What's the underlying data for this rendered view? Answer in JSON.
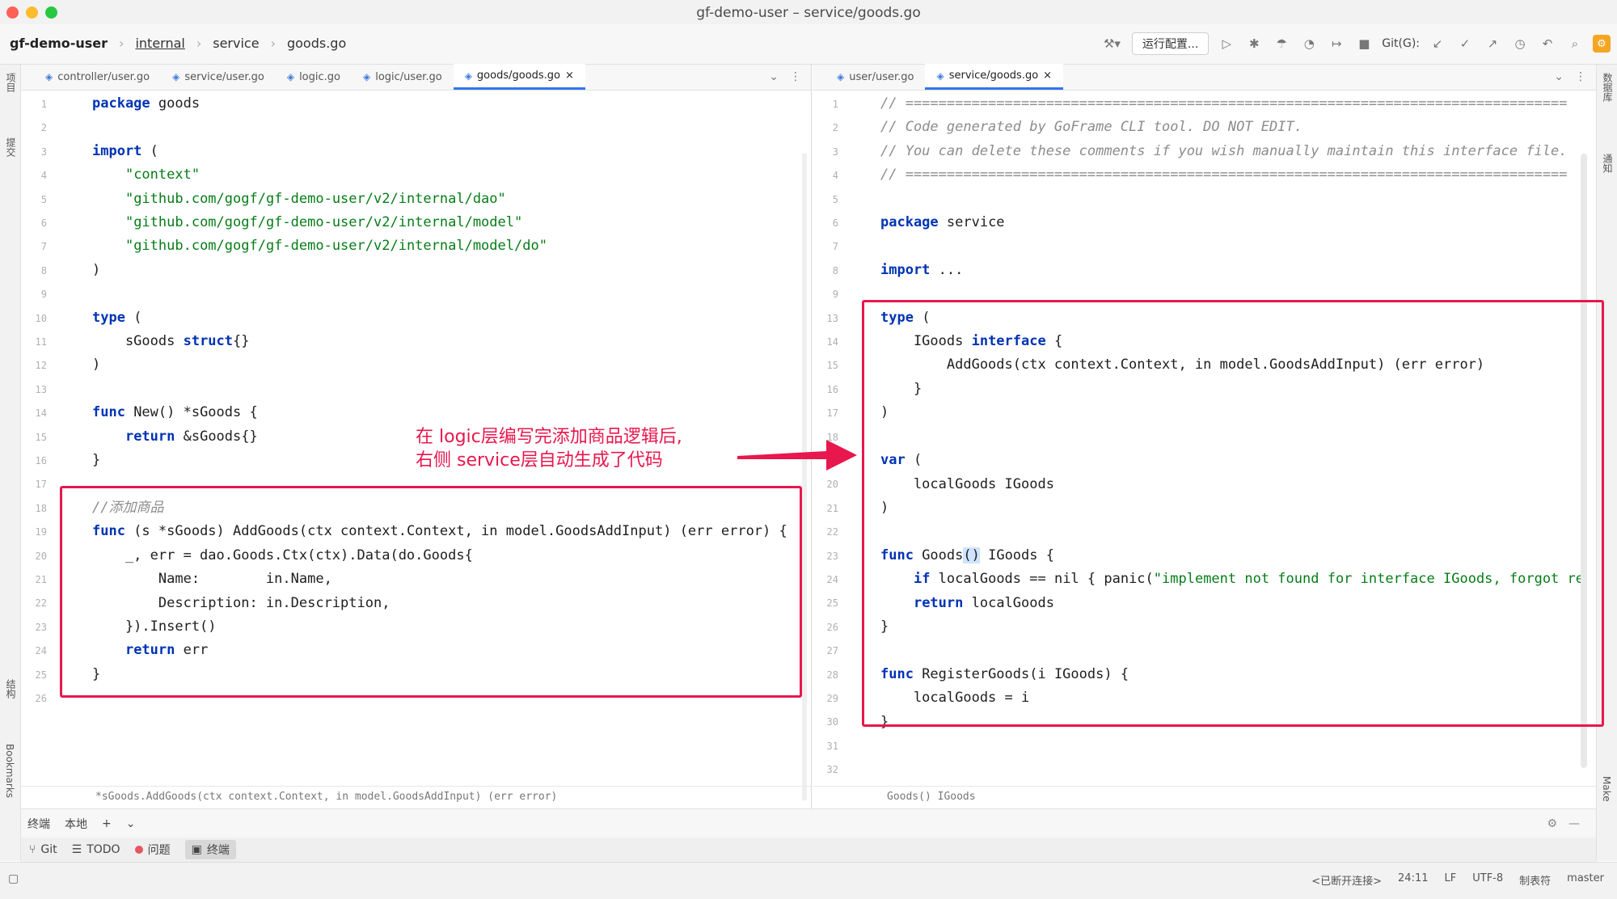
{
  "window": {
    "title": "gf-demo-user – service/goods.go"
  },
  "breadcrumbs": {
    "project": "gf-demo-user",
    "items": [
      "internal",
      "service",
      "goods.go"
    ]
  },
  "toolbar": {
    "run_config": "运行配置...",
    "git_label": "Git(G):",
    "icons": [
      "build-icon",
      "run-icon",
      "debug-icon",
      "coverage-icon",
      "profile-icon",
      "stop-icon",
      "commit-icon",
      "push-icon",
      "undo-icon",
      "search-icon",
      "settings-icon"
    ]
  },
  "left_pane": {
    "tabs": [
      "controller/user.go",
      "service/user.go",
      "logic.go",
      "logic/user.go",
      "goods/goods.go"
    ],
    "active_tab": 4,
    "lines": [
      {
        "n": "1",
        "html": "<span class=\"kw\">package</span> goods"
      },
      {
        "n": "2",
        "html": ""
      },
      {
        "n": "3",
        "html": "<span class=\"kw\">import</span> ("
      },
      {
        "n": "4",
        "html": "    <span class=\"str\">\"context\"</span>"
      },
      {
        "n": "5",
        "html": "    <span class=\"str\">\"github.com/gogf/gf-demo-user/v2/internal/dao\"</span>"
      },
      {
        "n": "6",
        "html": "    <span class=\"str\">\"github.com/gogf/gf-demo-user/v2/internal/model\"</span>"
      },
      {
        "n": "7",
        "html": "    <span class=\"str\">\"github.com/gogf/gf-demo-user/v2/internal/model/do\"</span>"
      },
      {
        "n": "8",
        "html": ")"
      },
      {
        "n": "9",
        "html": ""
      },
      {
        "n": "10",
        "html": "<span class=\"kw\">type</span> ("
      },
      {
        "n": "11",
        "html": "    sGoods <span class=\"kw\">struct</span>{}"
      },
      {
        "n": "12",
        "html": ")"
      },
      {
        "n": "13",
        "html": ""
      },
      {
        "n": "14",
        "html": "<span class=\"kw\">func</span> New() *sGoods {"
      },
      {
        "n": "15",
        "html": "    <span class=\"kw\">return</span> &amp;sGoods{}"
      },
      {
        "n": "16",
        "html": "}"
      },
      {
        "n": "17",
        "html": ""
      },
      {
        "n": "18",
        "html": "<span class=\"cm\">//添加商品</span>"
      },
      {
        "n": "19",
        "html": "<span class=\"kw\">func</span> (s *sGoods) AddGoods(ctx context.Context, in model.GoodsAddInput) (err error) {"
      },
      {
        "n": "20",
        "html": "    _, err = dao.Goods.Ctx(ctx).Data(do.Goods{"
      },
      {
        "n": "21",
        "html": "        Name:        in.Name,"
      },
      {
        "n": "22",
        "html": "        Description: in.Description,"
      },
      {
        "n": "23",
        "html": "    }).Insert()"
      },
      {
        "n": "24",
        "html": "    <span class=\"kw\">return</span> err"
      },
      {
        "n": "25",
        "html": "}"
      },
      {
        "n": "26",
        "html": ""
      }
    ],
    "status_hint": "*sGoods.AddGoods(ctx context.Context, in model.GoodsAddInput) (err error)"
  },
  "right_pane": {
    "tabs": [
      "user/user.go",
      "service/goods.go"
    ],
    "active_tab": 1,
    "lines": [
      {
        "n": "1",
        "html": "<span class=\"cm\">// ================================================================================</span>"
      },
      {
        "n": "2",
        "html": "<span class=\"cm\">// Code generated by GoFrame CLI tool. DO NOT EDIT.</span>"
      },
      {
        "n": "3",
        "html": "<span class=\"cm\">// You can delete these comments if you wish manually maintain this interface file.</span>"
      },
      {
        "n": "4",
        "html": "<span class=\"cm\">// ================================================================================</span>"
      },
      {
        "n": "5",
        "html": ""
      },
      {
        "n": "6",
        "html": "<span class=\"kw\">package</span> service"
      },
      {
        "n": "7",
        "html": ""
      },
      {
        "n": "8",
        "html": "<span class=\"kw\">import</span> ..."
      },
      {
        "n": "9",
        "html": ""
      },
      {
        "n": "13",
        "html": "<span class=\"kw\">type</span> ("
      },
      {
        "n": "14",
        "html": "    IGoods <span class=\"kw\">interface</span> {"
      },
      {
        "n": "15",
        "html": "        AddGoods(ctx context.Context, in model.GoodsAddInput) (err error)"
      },
      {
        "n": "16",
        "html": "    }"
      },
      {
        "n": "17",
        "html": ")"
      },
      {
        "n": "18",
        "html": ""
      },
      {
        "n": "19",
        "html": "<span class=\"kw\">var</span> ("
      },
      {
        "n": "20",
        "html": "    localGoods IGoods"
      },
      {
        "n": "21",
        "html": ")"
      },
      {
        "n": "22",
        "html": ""
      },
      {
        "n": "23",
        "html": "<span class=\"kw\">func</span> Goods<span class=\"caret-highlight\">()</span> IGoods {"
      },
      {
        "n": "24",
        "html": "    <span class=\"kw\">if</span> localGoods == nil { panic(<span class=\"str\">\"implement not found for interface IGoods, forgot register?\"</span>) }"
      },
      {
        "n": "25",
        "html": "    <span class=\"kw\">return</span> localGoods"
      },
      {
        "n": "26",
        "html": "}"
      },
      {
        "n": "27",
        "html": ""
      },
      {
        "n": "28",
        "html": "<span class=\"kw\">func</span> RegisterGoods(i IGoods) {"
      },
      {
        "n": "29",
        "html": "    localGoods = i"
      },
      {
        "n": "30",
        "html": "}"
      },
      {
        "n": "31",
        "html": ""
      },
      {
        "n": "32",
        "html": ""
      }
    ],
    "status_hint": "Goods() IGoods"
  },
  "annotation": {
    "line1": "在 logic层编写完添加商品逻辑后,",
    "line2": "右侧 service层自动生成了代码",
    "color": "#e8174d"
  },
  "bottom_tabs": {
    "terminal_label": "终端",
    "local_tab": "本地",
    "add": "+",
    "dropdown": "⌄"
  },
  "tool_windows": [
    {
      "label": "Git",
      "icon": "git-icon"
    },
    {
      "label": "TODO",
      "icon": "todo-icon"
    },
    {
      "label": "问题",
      "icon": "problems-icon"
    },
    {
      "label": "终端",
      "icon": "terminal-icon",
      "active": true
    }
  ],
  "left_stripe": {
    "labels": [
      "项目",
      "提交",
      "结构",
      "Bookmarks"
    ]
  },
  "right_stripe": {
    "labels": [
      "数据库",
      "通知",
      "Make"
    ]
  },
  "status_bar": {
    "items": [
      "<已断开连接>",
      "24:11",
      "LF",
      "UTF-8",
      "制表符",
      "master"
    ]
  },
  "colors": {
    "keyword": "#0033b3",
    "string": "#067d17",
    "comment": "#8c8c8c",
    "accent": "#3574f0",
    "annotation": "#e8174d"
  }
}
